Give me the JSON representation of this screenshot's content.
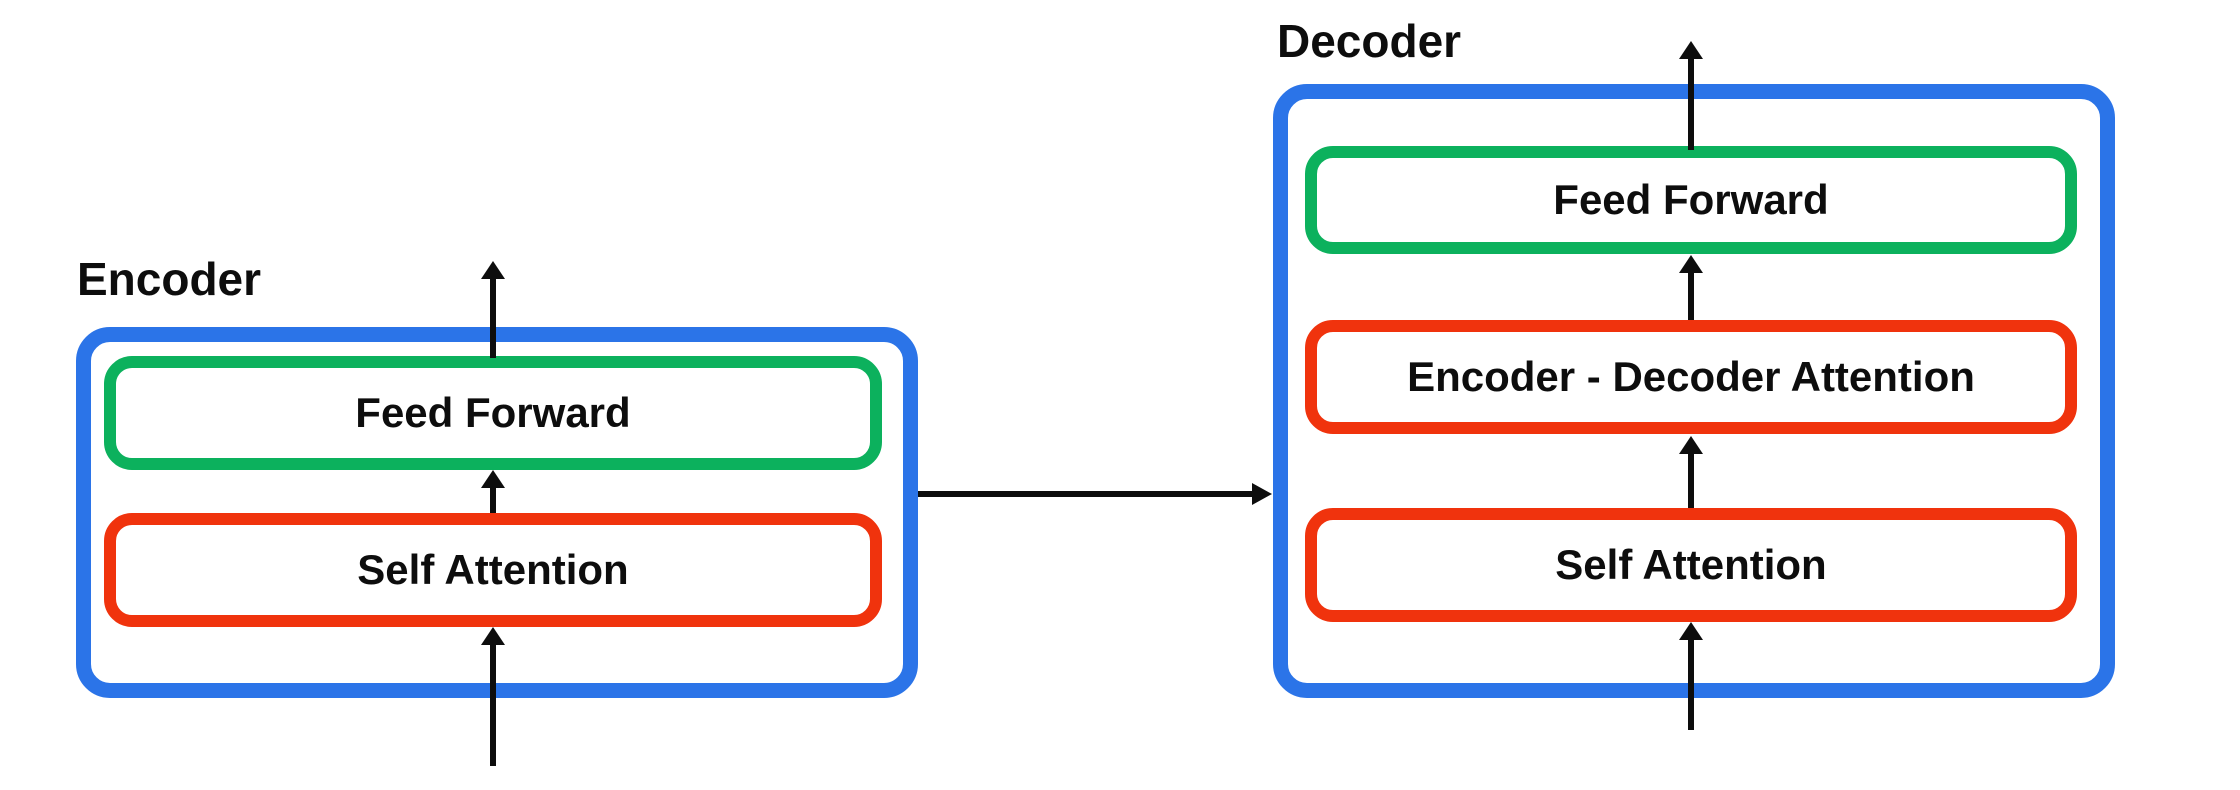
{
  "page": {
    "background": "#FFFFFF"
  },
  "colors": {
    "container_border": "#2B74E8",
    "feed_forward_border": "#0CB15D",
    "attention_border": "#F0330D",
    "arrow": "#0D0D0D",
    "text": "#0D0D0D",
    "page_background": "#FFFFFF"
  },
  "encoder": {
    "label": "Encoder",
    "blocks": [
      {
        "id": "feed-forward",
        "label": "Feed Forward",
        "border_color_role": "feed_forward_border"
      },
      {
        "id": "self-attention",
        "label": "Self Attention",
        "border_color_role": "attention_border"
      }
    ]
  },
  "decoder": {
    "label": "Decoder",
    "blocks": [
      {
        "id": "feed-forward",
        "label": "Feed Forward",
        "border_color_role": "feed_forward_border"
      },
      {
        "id": "encoder-decoder-attention",
        "label": "Encoder - Decoder Attention",
        "border_color_role": "attention_border"
      },
      {
        "id": "self-attention",
        "label": "Self Attention",
        "border_color_role": "attention_border"
      }
    ]
  },
  "flow": [
    {
      "name": "encoder-input",
      "from": "below-canvas",
      "to": "encoder.self-attention",
      "direction": "up"
    },
    {
      "name": "encoder-internal",
      "from": "encoder.self-attention",
      "to": "encoder.feed-forward",
      "direction": "up"
    },
    {
      "name": "encoder-output",
      "from": "encoder.feed-forward",
      "to": "above-encoder",
      "direction": "up"
    },
    {
      "name": "encoder-to-decoder",
      "from": "encoder",
      "to": "decoder",
      "direction": "right"
    },
    {
      "name": "decoder-input",
      "from": "below-canvas",
      "to": "decoder.self-attention",
      "direction": "up"
    },
    {
      "name": "decoder-self-to-encdec",
      "from": "decoder.self-attention",
      "to": "decoder.encoder-decoder-attention",
      "direction": "up"
    },
    {
      "name": "decoder-encdec-to-ff",
      "from": "decoder.encoder-decoder-attention",
      "to": "decoder.feed-forward",
      "direction": "up"
    },
    {
      "name": "decoder-output",
      "from": "decoder.feed-forward",
      "to": "above-decoder",
      "direction": "up"
    }
  ]
}
